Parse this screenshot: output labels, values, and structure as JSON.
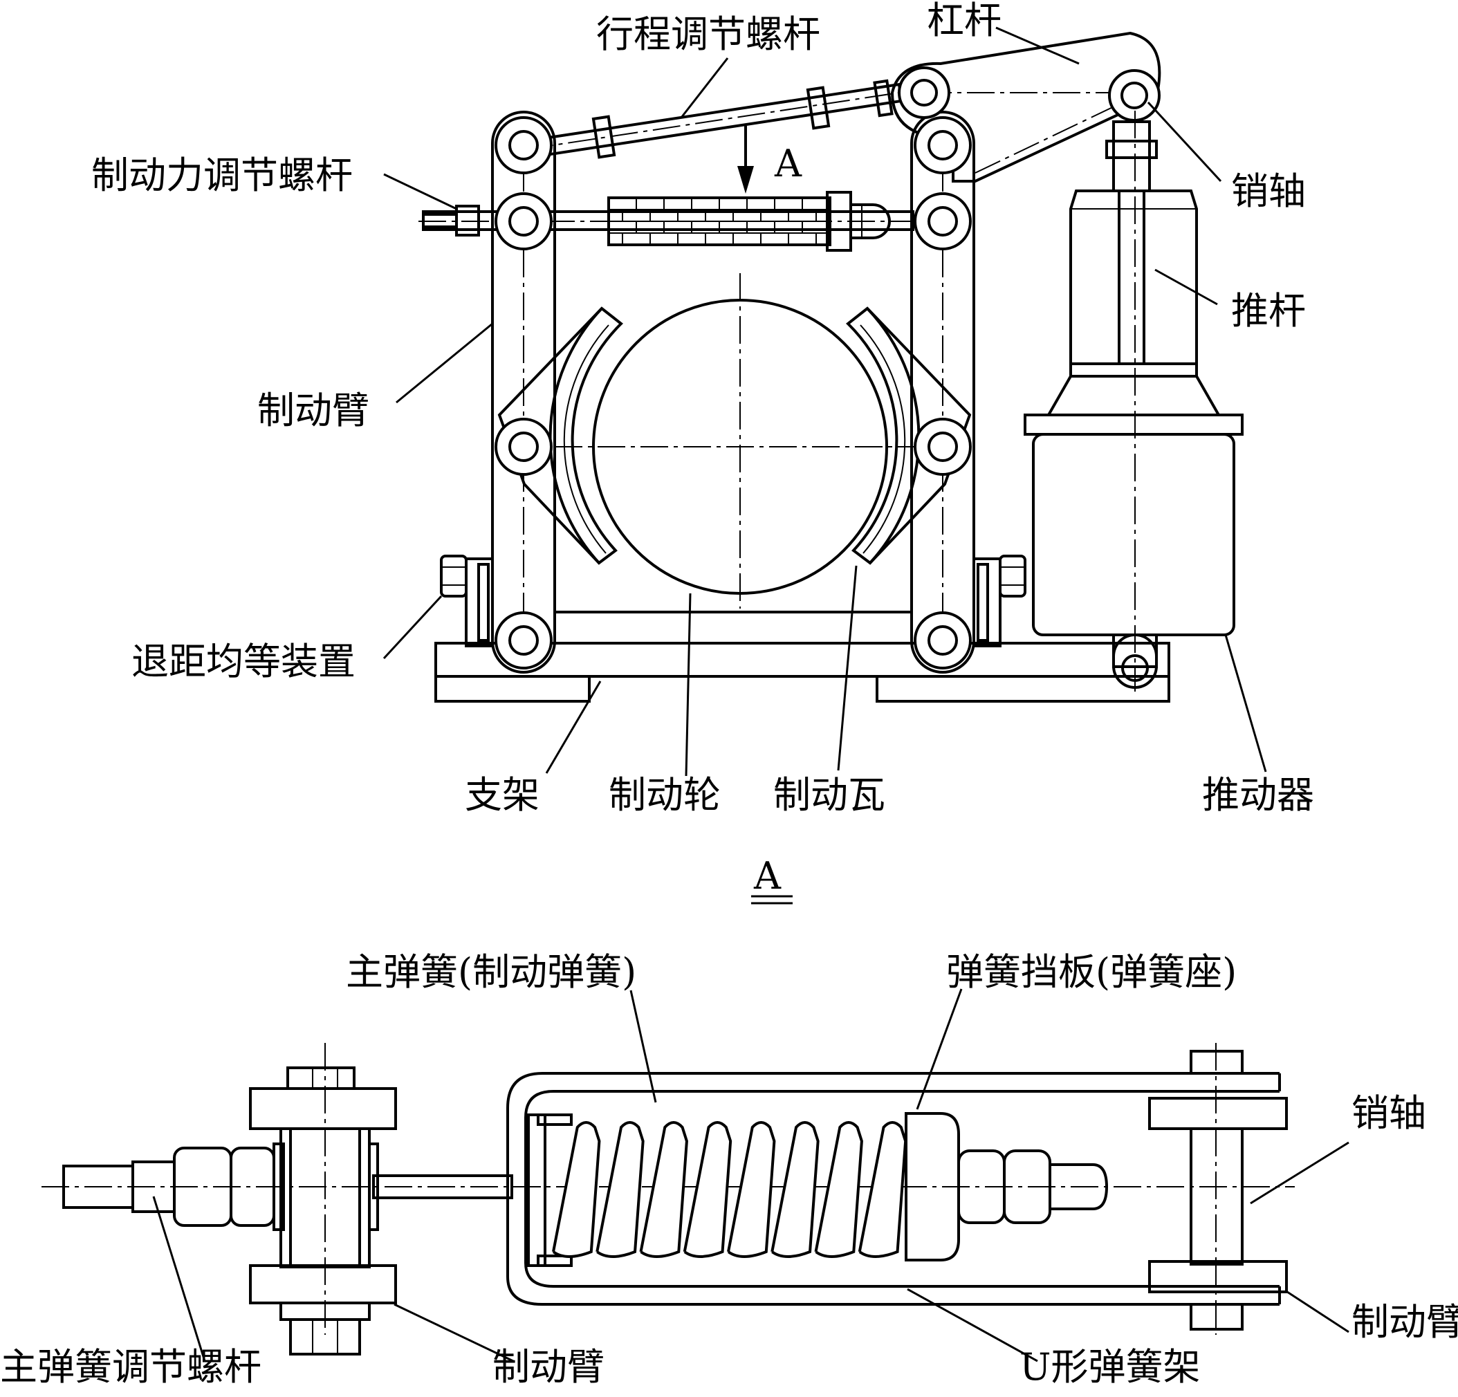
{
  "labels": {
    "stroke_rod": "行程调节螺杆",
    "lever": "杠杆",
    "brake_force_rod": "制动力调节螺杆",
    "pin_top": "销轴",
    "push_rod": "推杆",
    "brake_arm": "制动臂",
    "retract_device": "退距均等装置",
    "bracket": "支架",
    "brake_wheel": "制动轮",
    "brake_shoe": "制动瓦",
    "actuator": "推动器",
    "view_marker": "A",
    "view_title": "A",
    "main_spring": "主弹簧(制动弹簧)",
    "spring_plate": "弹簧挡板(弹簧座)",
    "pin_bottom": "销轴",
    "brake_arm_right": "制动臂",
    "main_spring_rod": "主弹簧调节螺杆",
    "brake_arm_left": "制动臂",
    "u_frame": "U形弹簧架"
  },
  "colors": {
    "line": "#000000",
    "background": "#ffffff"
  }
}
